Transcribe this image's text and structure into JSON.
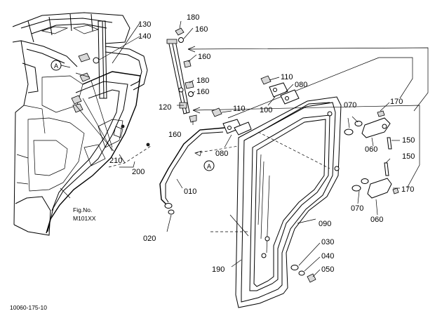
{
  "diagram": {
    "parts": [
      {
        "id": "p180a",
        "label": "180"
      },
      {
        "id": "p130",
        "label": "130"
      },
      {
        "id": "p160a",
        "label": "160"
      },
      {
        "id": "p140",
        "label": "140"
      },
      {
        "id": "p160b",
        "label": "160"
      },
      {
        "id": "p110a",
        "label": "110"
      },
      {
        "id": "p180b",
        "label": "180"
      },
      {
        "id": "p080a",
        "label": "080"
      },
      {
        "id": "p160c",
        "label": "160"
      },
      {
        "id": "p120",
        "label": "120"
      },
      {
        "id": "p100",
        "label": "100"
      },
      {
        "id": "p110b",
        "label": "110"
      },
      {
        "id": "p070a",
        "label": "070"
      },
      {
        "id": "p170a",
        "label": "170"
      },
      {
        "id": "p160d",
        "label": "160"
      },
      {
        "id": "p080b",
        "label": "080"
      },
      {
        "id": "p060a",
        "label": "060"
      },
      {
        "id": "p150a",
        "label": "150"
      },
      {
        "id": "p210",
        "label": "210"
      },
      {
        "id": "p150b",
        "label": "150"
      },
      {
        "id": "p200",
        "label": "200"
      },
      {
        "id": "p010",
        "label": "010"
      },
      {
        "id": "p170b",
        "label": "170"
      },
      {
        "id": "p070b",
        "label": "070"
      },
      {
        "id": "p060b",
        "label": "060"
      },
      {
        "id": "p020",
        "label": "020"
      },
      {
        "id": "p090",
        "label": "090"
      },
      {
        "id": "p030",
        "label": "030"
      },
      {
        "id": "p040",
        "label": "040"
      },
      {
        "id": "p190",
        "label": "190"
      },
      {
        "id": "p050",
        "label": "050"
      }
    ],
    "callout_letter": "A",
    "fig_ref": {
      "line1": "Fig.No.",
      "line2": "M101XX"
    },
    "drawing_code": "10060-175-10"
  }
}
